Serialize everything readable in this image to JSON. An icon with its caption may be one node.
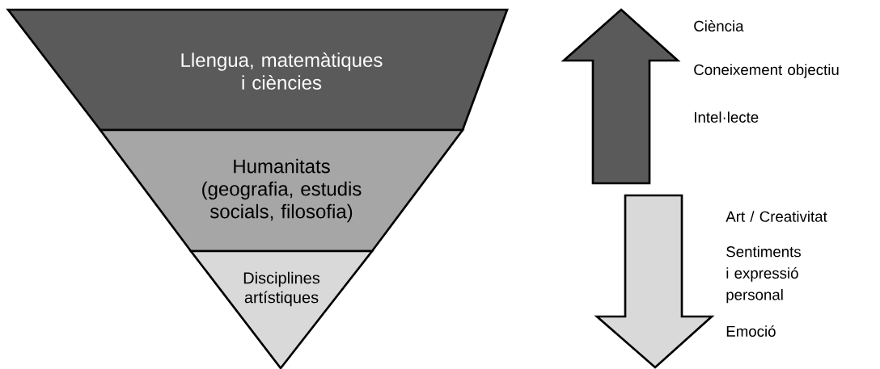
{
  "diagram": {
    "nodes": [
      {
        "text": [
          "Llengua, matemàtiques i ciències"
        ]
      },
      {
        "text": [
          "Humanitats (geografia, estudis socials, filosofia)"
        ]
      },
      {
        "text": [
          "Disciplines artístiques"
        ]
      }
    ],
    "labels": [
      "Ciència",
      "Coneixement objectiu",
      "Intel·lecte",
      "Art / Creativitat",
      "Sentiments i expressió personal",
      "Emoció"
    ]
  }
}
